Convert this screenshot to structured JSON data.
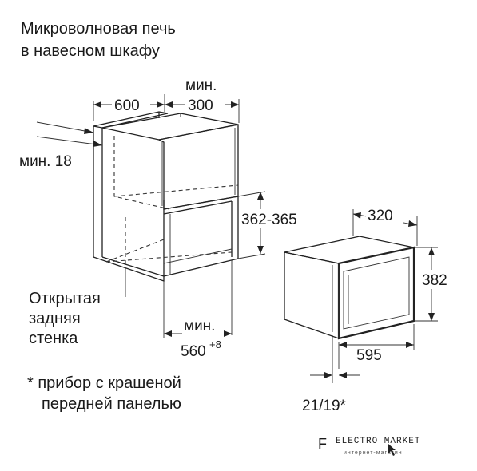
{
  "title": {
    "line1": "Микроволновая печь",
    "line2": "в навесном шкафу"
  },
  "dimensions": {
    "cabinet_width": "600",
    "min_depth_label": "мин.",
    "min_depth_value": "300",
    "min_panel": "мин. 18",
    "niche_height": "362-365",
    "min_niche_label": "мин.",
    "min_niche_value": "560",
    "min_niche_sup": "+8",
    "oven_depth": "320",
    "oven_height": "382",
    "oven_width": "595",
    "panel_offset": "21/19*"
  },
  "notes": {
    "open_back_line1": "Открытая",
    "open_back_line2": "задняя",
    "open_back_line3": "стенка",
    "footnote_line1": "* прибор с крашеной",
    "footnote_line2": "передней панелью"
  },
  "watermark": {
    "letter": "F",
    "brand": "ELECTRO MARKET",
    "sub": "интернет-магазин"
  }
}
